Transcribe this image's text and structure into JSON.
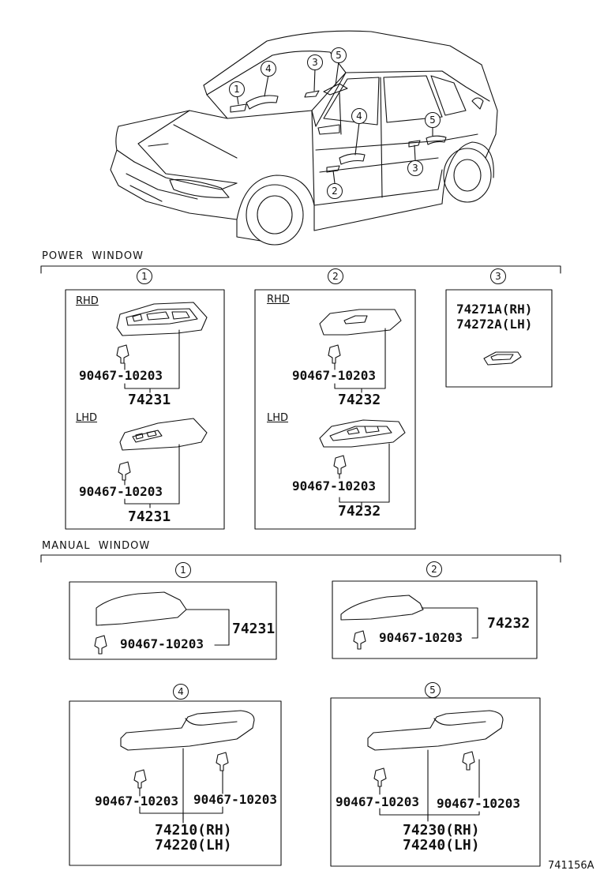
{
  "car_callouts": [
    "1",
    "2",
    "3",
    "4",
    "5"
  ],
  "sections": {
    "power": {
      "title": "POWER  WINDOW",
      "markers": [
        "1",
        "2",
        "3"
      ],
      "box1": {
        "rhd": "RHD",
        "lhd": "LHD",
        "clip": "90467-10203",
        "part": "74231"
      },
      "box2": {
        "rhd": "RHD",
        "lhd": "LHD",
        "clip": "90467-10203",
        "part": "74232"
      },
      "box3": {
        "rh": "74271A(RH)",
        "lh": "74272A(LH)"
      }
    },
    "manual": {
      "title": "MANUAL  WINDOW",
      "markers": [
        "1",
        "2",
        "4",
        "5"
      ],
      "box1": {
        "clip": "90467-10203",
        "part": "74231"
      },
      "box2": {
        "clip": "90467-10203",
        "part": "74232"
      },
      "box4": {
        "clip": "90467-10203",
        "rh": "74210(RH)",
        "lh": "74220(LH)"
      },
      "box5": {
        "clip": "90467-10203",
        "rh": "74230(RH)",
        "lh": "74240(LH)"
      }
    }
  },
  "footer": {
    "ref": "741156A"
  }
}
